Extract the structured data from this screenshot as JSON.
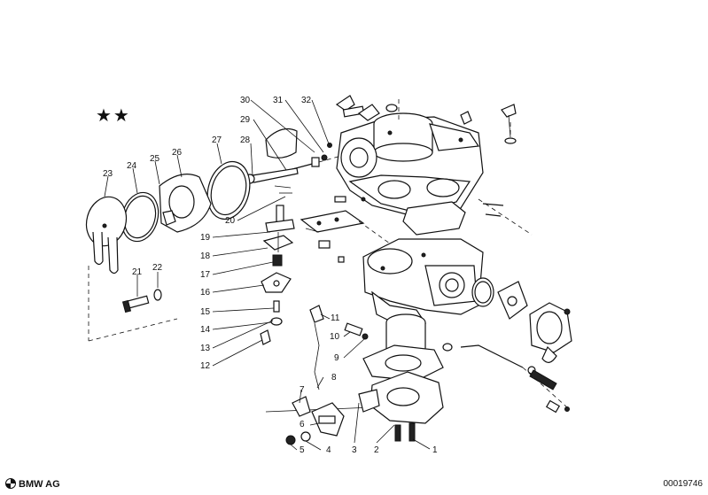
{
  "stars": "★★",
  "brand": "BMW AG",
  "image_number": "00019746",
  "callouts": [
    "1",
    "2",
    "3",
    "4",
    "5",
    "6",
    "7",
    "8",
    "9",
    "10",
    "11",
    "12",
    "13",
    "14",
    "15",
    "16",
    "17",
    "18",
    "19",
    "20",
    "21",
    "22",
    "23",
    "24",
    "25",
    "26",
    "27",
    "28",
    "29",
    "30",
    "31",
    "32"
  ]
}
